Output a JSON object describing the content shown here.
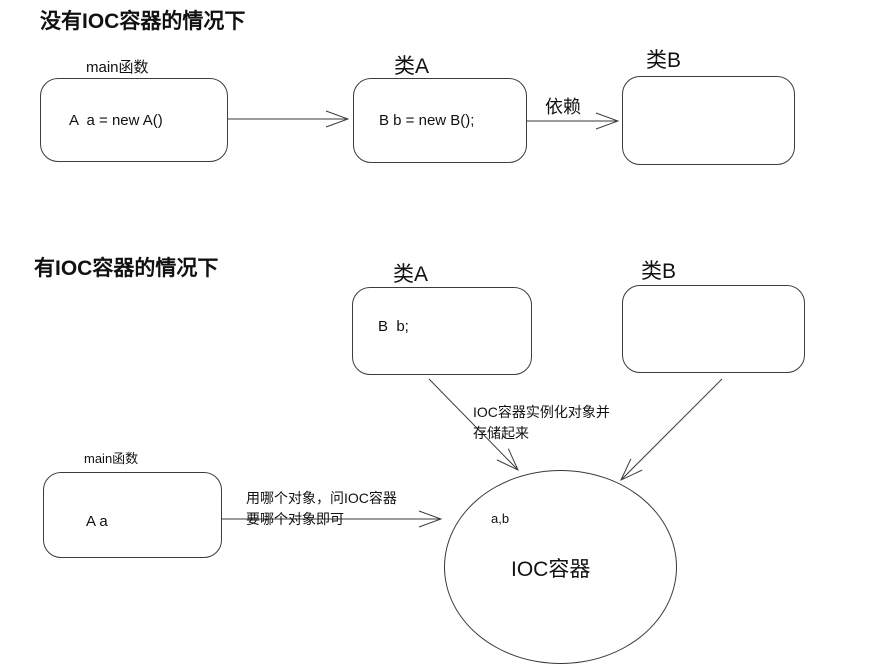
{
  "section_without_ioc": {
    "title": "没有IOC容器的情况下",
    "main_box": {
      "label": "main函数",
      "code": "A  a = new A()"
    },
    "class_a_box": {
      "label": "类A",
      "code": "B b = new B();"
    },
    "class_b_box": {
      "label": "类B",
      "code": ""
    },
    "dependency_label": "依赖"
  },
  "section_with_ioc": {
    "title": "有IOC容器的情况下",
    "class_a_box": {
      "label": "类A",
      "code": "B  b;"
    },
    "class_b_box": {
      "label": "类B",
      "code": ""
    },
    "main_box": {
      "label": "main函数",
      "code": "A a"
    },
    "note_instantiate_line1": "IOC容器实例化对象并",
    "note_instantiate_line2": "存储起来",
    "note_ask_line1": "用哪个对象，问IOC容器",
    "note_ask_line2": "要哪个对象即可",
    "ioc_container": {
      "contents": "a,b",
      "label": "IOC容器"
    }
  },
  "colors": {
    "line": "#3a3a3a",
    "text": "#111111",
    "background": "#ffffff"
  }
}
